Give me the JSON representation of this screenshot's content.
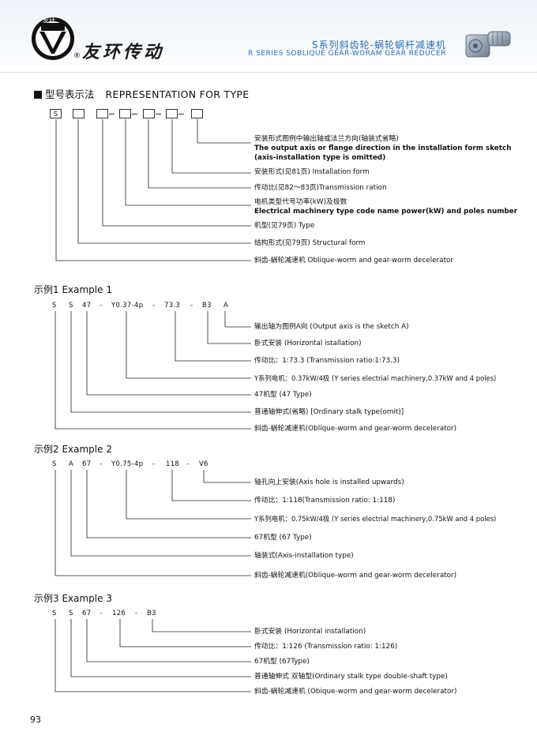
{
  "header": {
    "logo_text": "友环",
    "brand": "友环传动",
    "reg_mark": "®",
    "title_cn": "S系列斜齿轮-蜗轮蜗杆减速机",
    "title_en": "R SERIES SOBLIQUE GEAR-WORAM GEAR REDUCER"
  },
  "section": {
    "title_cn": "型号表示法",
    "title_en": "REPRESENTATION FOR TYPE"
  },
  "representation": {
    "box_s": "S",
    "labels": [
      "安装形式图例中输出轴或法兰方向(轴装式省略)",
      "The output axis or flange direction in the installation form sketch",
      "(axis-installation type is omitted)",
      "安装形式(见81页) Installation form",
      "传动比(见82～83页)Transmission ration",
      "电机类型代号功率(kW)及极数",
      "Electrical machinery type code name power(kW) and poles number",
      "机型(见79页) Type",
      "结构形式(见79页) Structural form",
      "斜齿-蜗轮减速机 Oblique-worm and gear-worm decelerator"
    ]
  },
  "examples": [
    {
      "title": "示例1  Example 1",
      "codes": [
        "S",
        "S",
        "47",
        "-",
        "Y0.37-4p",
        "-",
        "73.3",
        "-",
        "B3",
        "A"
      ],
      "labels": [
        "输出轴为图例A向 (Output axis is the sketch A)",
        "卧式安装 (Horizontal istallation)",
        "传动比：1:73.3 (Transmission ratio:1:73.3)",
        "Y系列电机：0.37kW/4极 (Y series electrial machinery,0.37kW and 4 poles)",
        "47机型 (47 Type)",
        "普通轴伸式(省略) [Ordinary stalk type(omit)]",
        "斜齿-蜗轮减速机(Oblique-worm and gear-worm decelerator)"
      ]
    },
    {
      "title": "示例2  Example 2",
      "codes": [
        "S",
        "A",
        "67",
        "-",
        "Y0.75-4p",
        "-",
        "118",
        "-",
        "V6"
      ],
      "labels": [
        "轴孔向上安装(Axis hole is installed upwards)",
        "传动比：1:118(Transmission ratio: 1:118)",
        "Y系列电机：0.75kW/4极 (Y series electrial machinery,0.75kW and 4 poles)",
        "67机型 (67 Type)",
        "轴装式(Axis-installation type)",
        "斜齿-蜗轮减速机(Oblique-worm and gear-worm decelerator)"
      ]
    },
    {
      "title": "示例3  Example 3",
      "codes": [
        "S",
        "S",
        "67",
        "-",
        "126",
        "-",
        "B3"
      ],
      "labels": [
        "卧式安装 (Horizontal installation)",
        "传动比：1:126 (Transmission ratio: 1:126)",
        "67机型 (67Type)",
        "普通轴伸式   双轴型(Ordinary stalk type double-shaft type)",
        "斜齿-蜗轮减速机 (Obique-worm and gear-worm decelerator)"
      ]
    }
  ],
  "page_number": "93"
}
